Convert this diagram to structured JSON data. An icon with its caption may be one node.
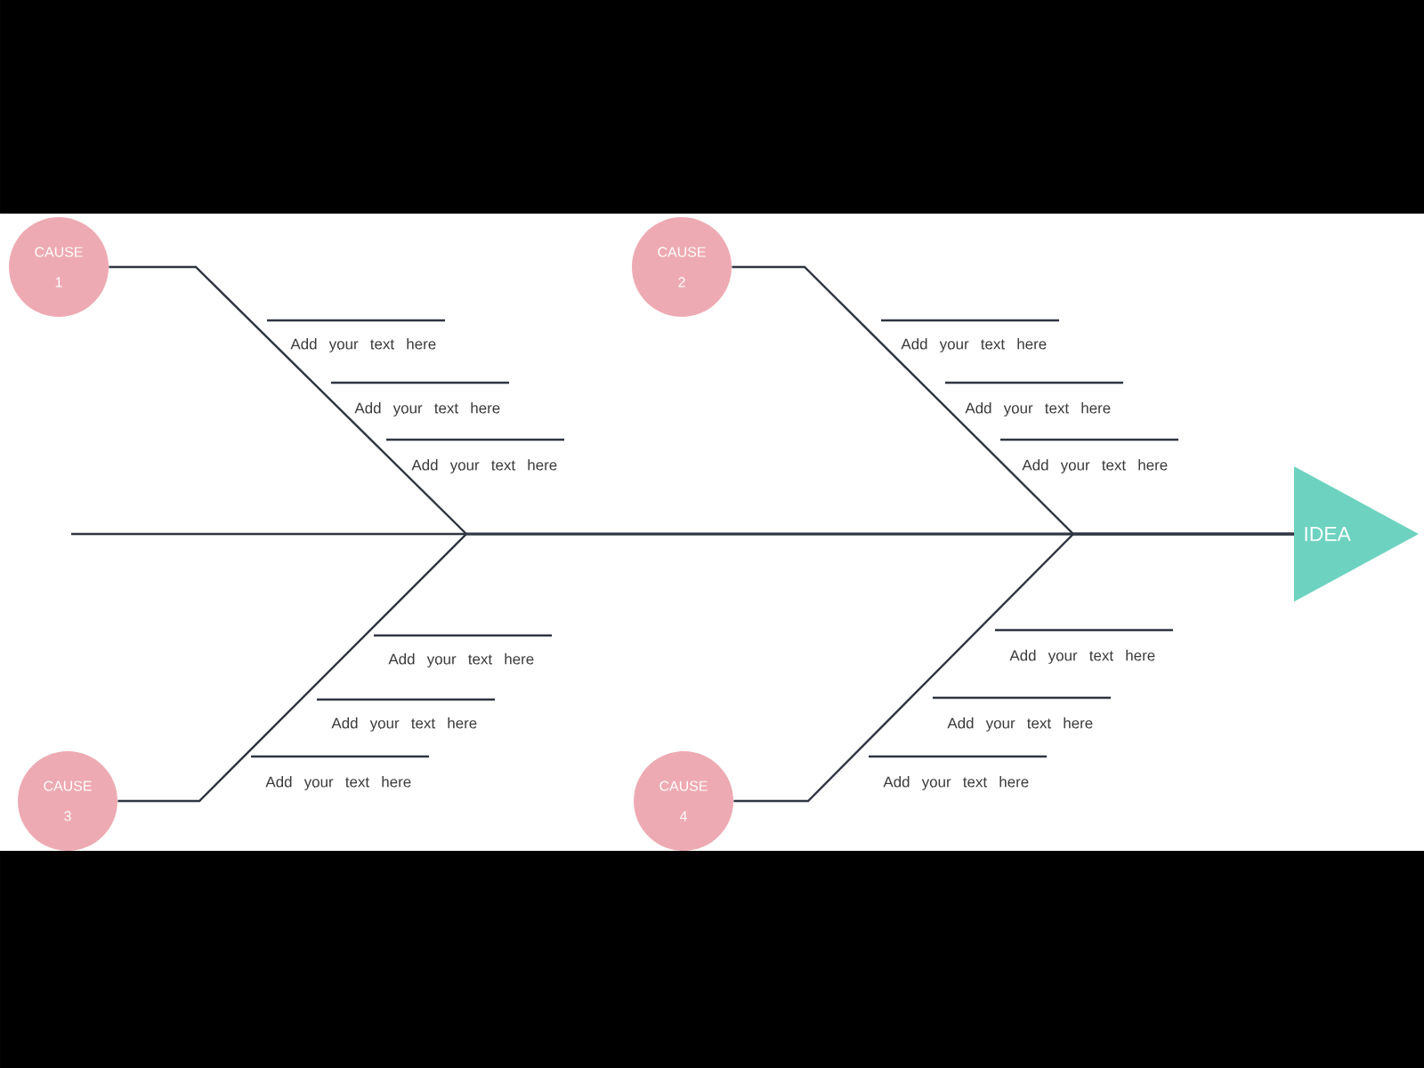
{
  "diagram": {
    "nodes": [
      {
        "text": [
          "CAUSE 1"
        ]
      },
      {
        "text": [
          "CAUSE 2"
        ]
      },
      {
        "text": [
          "IDEA"
        ]
      },
      {
        "text": [
          "CAUSE 3"
        ]
      },
      {
        "text": [
          "CAUSE 4"
        ]
      }
    ],
    "edges": [
      {
        "from": 0,
        "to": 2,
        "arrow": "none"
      },
      {
        "from": 1,
        "to": 2,
        "arrow": "none"
      },
      {
        "from": 3,
        "to": 2,
        "arrow": "none"
      },
      {
        "from": 4,
        "to": 2,
        "arrow": "none"
      },
      {
        "from": null,
        "to": 2,
        "arrow": "none"
      }
    ],
    "labels": [
      "Add your text here",
      "Add your text here",
      "Add your text here",
      "Add your text here",
      "Add your text here",
      "Add your text here",
      "Add your text here",
      "Add your text here",
      "Add your text here",
      "Add your text here",
      "Add your text here",
      "Add your text here"
    ]
  }
}
